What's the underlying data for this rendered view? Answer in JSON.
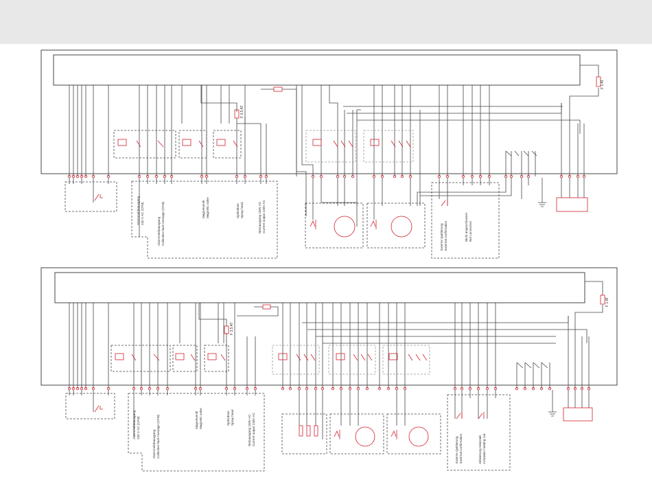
{
  "colors": {
    "line": "#444444",
    "accent": "#d21f2b",
    "topbar": "#e7e8e7",
    "light": "#9a9a9a"
  },
  "top": {
    "fuse_main": "F 1 AT",
    "fuse_sub": "F 3,5 AT",
    "labels": {
      "alarm_output": [
        "Alarmmeldeausgang",
        "230 V AC (CFM)"
      ],
      "collective_fault": [
        "Alarmmeldeausgang",
        "Collective fault message (CFM)"
      ],
      "solenoid": [
        "Magnetventil",
        "Magnetic valve"
      ],
      "spray_head": [
        "Spritzdüse",
        "Spray head"
      ],
      "mains_output": [
        "Netzausgang 230V AC",
        "Current output 230V AC"
      ],
      "ext_confirm": [
        "Externe Quittierung",
        "External confirmation"
      ],
      "not_connected": [
        "Nicht angeschlossen",
        "Not connected"
      ]
    }
  },
  "bottom": {
    "fuse_main": "F 1 AT",
    "fuse_sub": "F 3,5 AT",
    "labels": {
      "alarm_output": [
        "Alarmmeldeausgang",
        "230 V AC (CFM)"
      ],
      "collective_fault": [
        "Alarmmeldeausgang",
        "Collective fault message (CFM)"
      ],
      "solenoid": [
        "Magnetventil",
        "Magnetic valve"
      ],
      "spray_head": [
        "Spritzdüse",
        "Spray head"
      ],
      "mains_output": [
        "Netzausgang 230V AC",
        "Current output 230V AC"
      ],
      "ext_confirm": [
        "Externe Quittierung",
        "External confirmation"
      ],
      "heating_rod": [
        "Aktivierung Heizstab",
        "Activation heating rod"
      ]
    }
  }
}
